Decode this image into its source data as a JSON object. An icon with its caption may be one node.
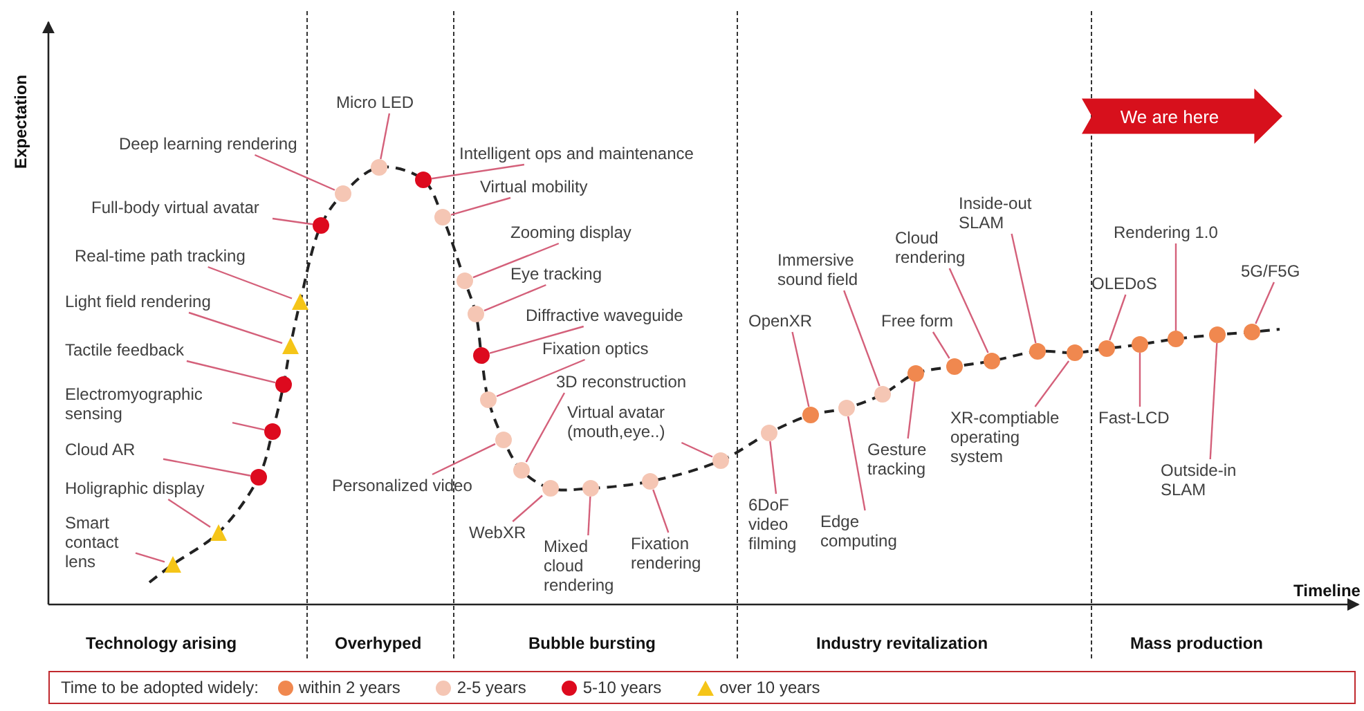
{
  "diagram": {
    "nodes": [
      {
        "text": [
          "Deep learning rendering"
        ]
      },
      {
        "text": [],
        "shape": "circle"
      },
      {
        "text": [
          "Full-body virtual avatar"
        ]
      },
      {
        "text": [],
        "shape": "circle"
      },
      {
        "text": [
          "Real-time path tracking"
        ]
      },
      {
        "text": [],
        "shape": "triangle"
      },
      {
        "text": [
          "Light field rendering"
        ]
      },
      {
        "text": [],
        "shape": "triangle"
      },
      {
        "text": [
          "Tactile feedback"
        ]
      },
      {
        "text": [],
        "shape": "circle"
      },
      {
        "text": [
          "Electromyographic sensing"
        ]
      },
      {
        "text": [],
        "shape": "circle"
      },
      {
        "text": [
          "Cloud AR"
        ]
      },
      {
        "text": [],
        "shape": "circle"
      },
      {
        "text": [
          "Holigraphic display"
        ]
      },
      {
        "text": [],
        "shape": "triangle"
      },
      {
        "text": [
          "Smart contact lens"
        ]
      },
      {
        "text": [],
        "shape": "triangle"
      },
      {
        "text": [
          "Micro LED"
        ]
      },
      {
        "text": [],
        "shape": "circle"
      },
      {
        "text": [
          "Intelligent ops and maintenance"
        ]
      },
      {
        "text": [],
        "shape": "circle"
      },
      {
        "text": [
          "Virtual mobility"
        ]
      },
      {
        "text": [],
        "shape": "circle"
      },
      {
        "text": [
          "Zooming display"
        ]
      },
      {
        "text": [],
        "shape": "circle"
      },
      {
        "text": [
          "Eye tracking"
        ]
      },
      {
        "text": [],
        "shape": "circle"
      },
      {
        "text": [
          "Diffractive waveguide"
        ]
      },
      {
        "text": [],
        "shape": "circle"
      },
      {
        "text": [
          "Fixation optics"
        ]
      },
      {
        "text": [],
        "shape": "circle"
      },
      {
        "text": [
          "3D reconstruction"
        ]
      },
      {
        "text": [],
        "shape": "circle"
      },
      {
        "text": [
          "Personalized video"
        ]
      },
      {
        "text": [],
        "shape": "circle"
      },
      {
        "text": [
          "Virtual avatar (mouth,eye..)"
        ]
      },
      {
        "text": [],
        "shape": "circle"
      },
      {
        "text": [
          "WebXR"
        ]
      },
      {
        "text": [],
        "shape": "circle"
      },
      {
        "text": [
          "Mixed cloud rendering"
        ]
      },
      {
        "text": [],
        "shape": "circle"
      },
      {
        "text": [
          "Fixation rendering"
        ]
      },
      {
        "text": [],
        "shape": "circle"
      },
      {
        "text": [
          "OpenXR"
        ]
      },
      {
        "text": [],
        "shape": "circle"
      },
      {
        "text": [
          "Immersive sound field"
        ]
      },
      {
        "text": [],
        "shape": "circle"
      },
      {
        "text": [
          "6DoF video filming"
        ]
      },
      {
        "text": [],
        "shape": "circle"
      },
      {
        "text": [
          "Edge computing"
        ]
      },
      {
        "text": [],
        "shape": "circle"
      },
      {
        "text": [
          "Free form"
        ]
      },
      {
        "text": [],
        "shape": "circle"
      },
      {
        "text": [
          "Gesture tracking"
        ]
      },
      {
        "text": [],
        "shape": "circle"
      },
      {
        "text": [
          "Cloud rendering"
        ]
      },
      {
        "text": [],
        "shape": "circle"
      },
      {
        "text": [
          "Inside-out SLAM"
        ]
      },
      {
        "text": [],
        "shape": "circle"
      },
      {
        "text": [
          "XR-comptiable operating system"
        ]
      },
      {
        "text": [],
        "shape": "circle"
      },
      {
        "text": [
          "OLEDoS"
        ]
      },
      {
        "text": [],
        "shape": "circle"
      },
      {
        "text": [
          "Rendering 1.0"
        ]
      },
      {
        "text": [],
        "shape": "circle"
      },
      {
        "text": [
          "Fast-LCD"
        ]
      },
      {
        "text": [],
        "shape": "circle"
      },
      {
        "text": [
          "Outside-in SLAM"
        ]
      },
      {
        "text": [],
        "shape": "circle"
      },
      {
        "text": [
          "5G/F5G"
        ]
      },
      {
        "text": [],
        "shape": "circle"
      },
      {
        "text": [
          "We are here"
        ]
      }
    ],
    "edges": [
      {
        "from": 0,
        "to": 1,
        "arrow": "none"
      },
      {
        "from": 2,
        "to": 3,
        "arrow": "none"
      },
      {
        "from": 4,
        "to": 5,
        "arrow": "none"
      },
      {
        "from": 6,
        "to": 7,
        "arrow": "none"
      },
      {
        "from": 8,
        "to": 9,
        "arrow": "none"
      },
      {
        "from": 10,
        "to": 11,
        "arrow": "none"
      },
      {
        "from": 12,
        "to": 13,
        "arrow": "none"
      },
      {
        "from": 14,
        "to": 15,
        "arrow": "none"
      },
      {
        "from": 16,
        "to": 17,
        "arrow": "none"
      },
      {
        "from": 18,
        "to": 19,
        "arrow": "none"
      },
      {
        "from": 20,
        "to": 21,
        "arrow": "none"
      },
      {
        "from": 22,
        "to": 23,
        "arrow": "none"
      },
      {
        "from": 24,
        "to": 25,
        "arrow": "none"
      },
      {
        "from": 26,
        "to": 27,
        "arrow": "none"
      },
      {
        "from": 28,
        "to": 29,
        "arrow": "none"
      },
      {
        "from": 30,
        "to": 31,
        "arrow": "none"
      },
      {
        "from": 32,
        "to": 33,
        "arrow": "none"
      },
      {
        "from": 34,
        "to": 35,
        "arrow": "none"
      },
      {
        "from": 36,
        "to": 37,
        "arrow": "none"
      },
      {
        "from": 38,
        "to": 39,
        "arrow": "none"
      },
      {
        "from": 40,
        "to": 41,
        "arrow": "none"
      },
      {
        "from": 42,
        "to": 43,
        "arrow": "none"
      },
      {
        "from": 44,
        "to": 45,
        "arrow": "none"
      },
      {
        "from": 46,
        "to": 47,
        "arrow": "none"
      },
      {
        "from": 48,
        "to": 49,
        "arrow": "none"
      },
      {
        "from": 50,
        "to": 51,
        "arrow": "none"
      },
      {
        "from": 52,
        "to": 53,
        "arrow": "none"
      },
      {
        "from": 54,
        "to": 55,
        "arrow": "none"
      },
      {
        "from": 56,
        "to": 57,
        "arrow": "none"
      },
      {
        "from": 58,
        "to": 59,
        "arrow": "none"
      },
      {
        "from": 60,
        "to": 61,
        "arrow": "none"
      },
      {
        "from": 62,
        "to": 63,
        "arrow": "none"
      },
      {
        "from": 64,
        "to": 65,
        "arrow": "none"
      },
      {
        "from": 66,
        "to": 67,
        "arrow": "none"
      },
      {
        "from": 68,
        "to": 69,
        "arrow": "none"
      },
      {
        "from": 70,
        "to": 71,
        "arrow": "none"
      }
    ],
    "labels": [
      "Expectation",
      "Timeline",
      "Technology arising",
      "Overhyped",
      "Bubble bursting",
      "Industry revitalization",
      "Mass production",
      "Time to be adopted widely:"
    ],
    "legend": [
      {
        "text": "within 2 years",
        "color": "#f0884f"
      },
      {
        "text": "2-5 years",
        "color": "#f5c6b4"
      },
      {
        "text": "5-10 years",
        "color": "#dd0a1e"
      },
      {
        "text": "over 10 years",
        "color": "#f5c518"
      }
    ]
  }
}
